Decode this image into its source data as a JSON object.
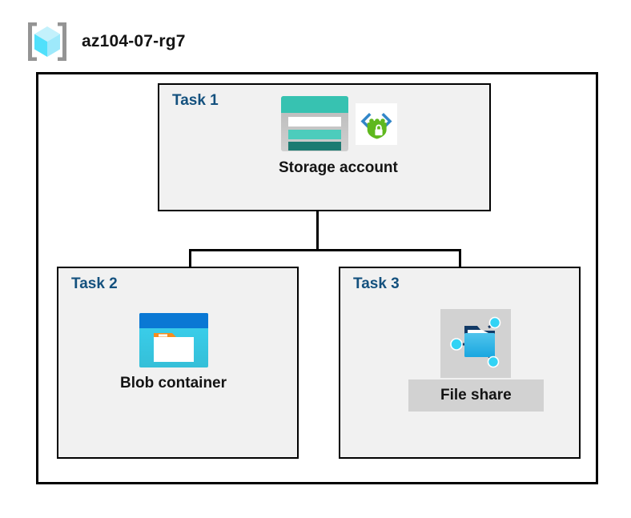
{
  "header": {
    "resource_group_name": "az104-07-rg7",
    "icon": "resource-group-cube-icon"
  },
  "container": {
    "name": "resource-group-container"
  },
  "tasks": [
    {
      "id": "task1",
      "label": "Task 1",
      "node": {
        "caption": "Storage account",
        "icon": "storage-account-icon",
        "secondary_icon": "secure-endpoint-shield-icon",
        "highlighted": false
      }
    },
    {
      "id": "task2",
      "label": "Task 2",
      "node": {
        "caption": "Blob container",
        "icon": "blob-container-icon",
        "secondary_icon": null,
        "highlighted": false
      }
    },
    {
      "id": "task3",
      "label": "Task 3",
      "node": {
        "caption": "File share",
        "icon": "file-share-icon",
        "secondary_icon": null,
        "highlighted": true
      }
    }
  ],
  "colors": {
    "task_label": "#14517e",
    "box_fill": "#f1f1f1",
    "box_border": "#000000",
    "caption_text": "#141414",
    "highlight": "#d2d2d2",
    "storage_teal": "#37c2b1",
    "storage_teal_dark": "#258277",
    "blob_blue": "#0078d4",
    "blob_cyan": "#32bedd",
    "blob_orange": "#f78d1e",
    "shield_green": "#5fb81e",
    "cube_cyan": "#9cebfb",
    "bracket_gray": "#949494"
  },
  "connectors": [
    {
      "name": "storage-to-branch-trunk",
      "orientation": "vertical"
    },
    {
      "name": "branch-horizontal-bar",
      "orientation": "horizontal"
    },
    {
      "name": "branch-to-blob-container",
      "orientation": "vertical"
    },
    {
      "name": "branch-to-file-share",
      "orientation": "vertical"
    }
  ]
}
